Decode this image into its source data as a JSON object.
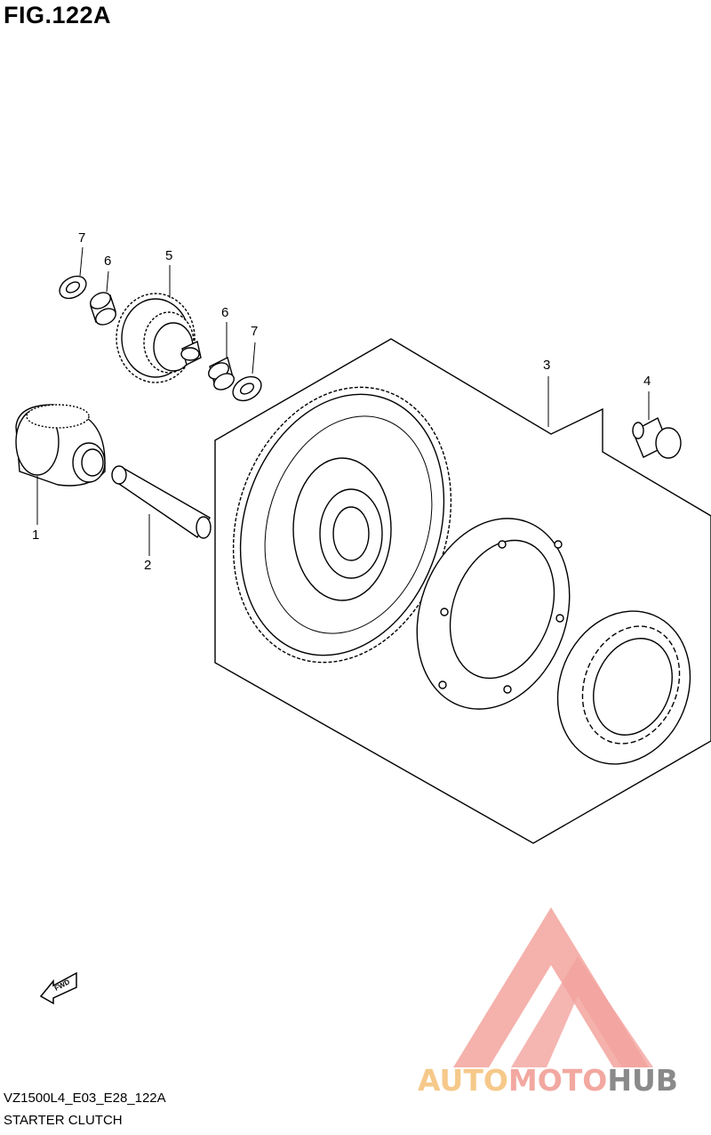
{
  "title": "FIG.122A",
  "callouts": {
    "p1": "1",
    "p2": "2",
    "p3": "3",
    "p4": "4",
    "p5": "5",
    "p6a": "6",
    "p6b": "6",
    "p7a": "7",
    "p7b": "7"
  },
  "fwd_label": "FWD",
  "footer": {
    "code": "VZ1500L4_E03_E28_122A",
    "caption": "STARTER CLUTCH"
  },
  "watermark": {
    "part1": "AUTO",
    "part2": "MOTO",
    "part3": "HUB",
    "colors": {
      "auto": "#f6c98a",
      "moto": "#f2a8a0",
      "hub": "#8a8a8a",
      "logo": "#f19a94"
    }
  }
}
